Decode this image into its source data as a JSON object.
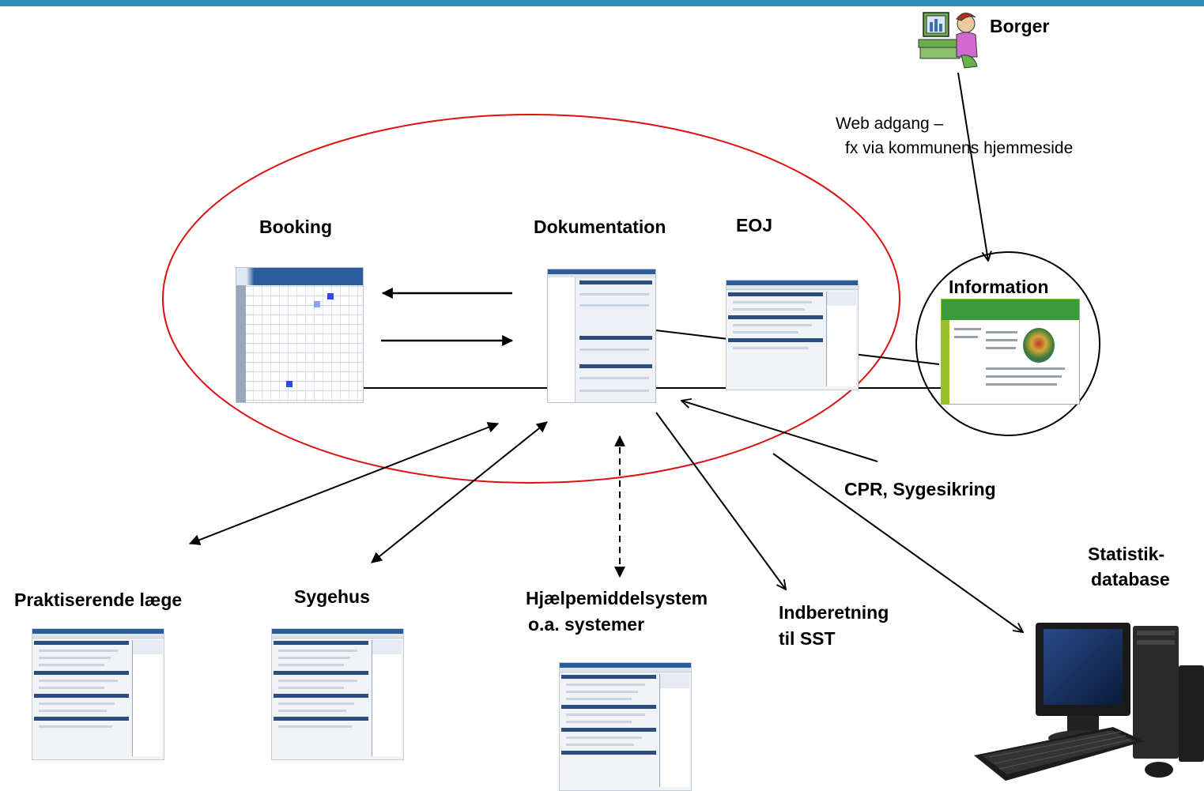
{
  "colors": {
    "top_bar": "#2f8fb8",
    "ellipse_stroke": "#dd1111",
    "arrow": "#000000"
  },
  "labels": {
    "borger": "Borger",
    "web_line1": "Web adgang –",
    "web_line2": "fx via kommunens hjemmeside",
    "booking": "Booking",
    "dokumentation": "Dokumentation",
    "eoj": "EOJ",
    "information": "Information",
    "cpr": "CPR, Sygesikring",
    "statistik_line1": "Statistik-",
    "statistik_line2": "database",
    "praktiserende": "Praktiserende læge",
    "sygehus": "Sygehus",
    "hjaelpe_line1": "Hjælpemiddelsystem",
    "hjaelpe_line2": "o.a. systemer",
    "indberetning_line1": "Indberetning",
    "indberetning_line2": "til SST"
  },
  "icons": {
    "citizen": "person-at-computer-icon",
    "computer": "desktop-computer-icon"
  }
}
